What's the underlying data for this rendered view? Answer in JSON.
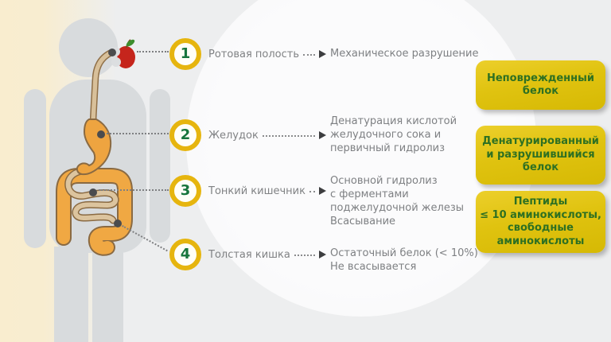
{
  "colors": {
    "accent_gold": "#E6B50E",
    "box_yellow": "#E0C310",
    "box_text_green": "#2E7022",
    "number_green": "#17753D",
    "gray_text": "#7E8083",
    "organ_orange": "#F0A843",
    "organ_outline_brown": "#8A6A42",
    "silhouette_gray": "#D8DBDD",
    "apple_red": "#C5251C",
    "cream_band": "#F9EDCF"
  },
  "stages": [
    {
      "number": "1",
      "label": "Ротовая полость",
      "description": "Механическое разрушение"
    },
    {
      "number": "2",
      "label": "Желудок",
      "description": "Денатурация кислотой\nжелудочного сока и\nпервичный гидролиз"
    },
    {
      "number": "3",
      "label": "Тонкий кишечник",
      "description": "Основной гидролиз\nс ферментами\nподжелудочной железы\nВсасывание"
    },
    {
      "number": "4",
      "label": "Толстая кишка",
      "description": "Остаточный белок (< 10%)\nНе всасывается"
    }
  ],
  "result_boxes": [
    {
      "text": "Неповрежденный\nбелок"
    },
    {
      "text": "Денатурированный\nи разрушившийся\nбелок"
    },
    {
      "text": "Пептиды\n≤ 10 аминокислоты,\nсвободные\nаминокислоты"
    }
  ],
  "icons": {
    "apple": "apple-icon",
    "arrow_right": "triangle-right-icon",
    "organ_marker": "dot-marker-icon"
  }
}
